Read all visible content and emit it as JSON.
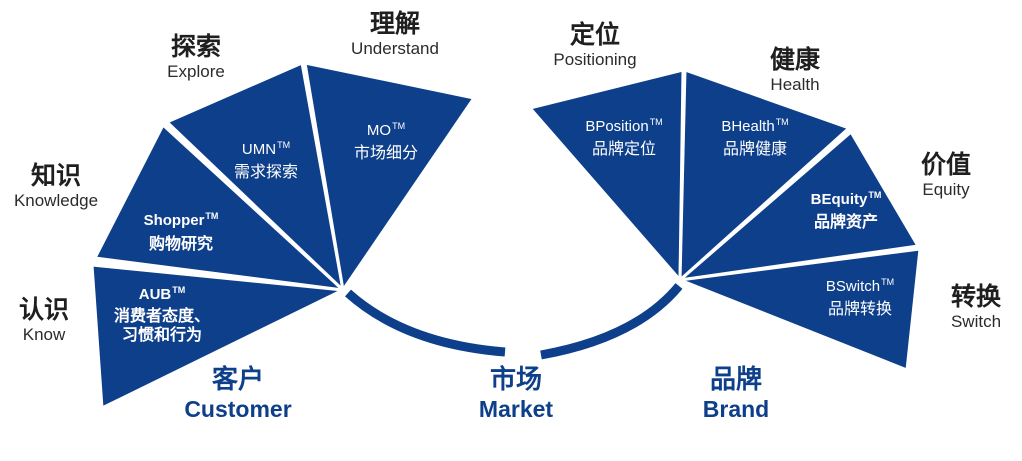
{
  "groups": {
    "customer": {
      "zh": "客户",
      "en": "Customer"
    },
    "market": {
      "zh": "市场",
      "en": "Market"
    },
    "brand": {
      "zh": "品牌",
      "en": "Brand"
    }
  },
  "stages": {
    "know": {
      "zh": "认识",
      "en": "Know",
      "code": "AUB",
      "tm": "TM",
      "desc_line1": "消费者态度、",
      "desc_line2": "习惯和行为"
    },
    "knowledge": {
      "zh": "知识",
      "en": "Knowledge",
      "code": "Shopper",
      "tm": "TM",
      "desc": "购物研究"
    },
    "explore": {
      "zh": "探索",
      "en": "Explore",
      "code": "UMN",
      "tm": "TM",
      "desc": "需求探索"
    },
    "understand": {
      "zh": "理解",
      "en": "Understand",
      "code": "MO",
      "tm": "TM",
      "desc": "市场细分"
    },
    "positioning": {
      "zh": "定位",
      "en": "Positioning",
      "code": "BPosition",
      "tm": "TM",
      "desc": "品牌定位"
    },
    "health": {
      "zh": "健康",
      "en": "Health",
      "code": "BHealth",
      "tm": "TM",
      "desc": "品牌健康"
    },
    "equity": {
      "zh": "价值",
      "en": "Equity",
      "code": "BEquity",
      "tm": "TM",
      "desc": "品牌资产"
    },
    "switch": {
      "zh": "转换",
      "en": "Switch",
      "code": "BSwitch",
      "tm": "TM",
      "desc": "品牌转换"
    }
  },
  "colors": {
    "segment_fill": "#0e3f8a",
    "segment_stroke": "#ffffff",
    "group_label": "#0e3f8a"
  }
}
